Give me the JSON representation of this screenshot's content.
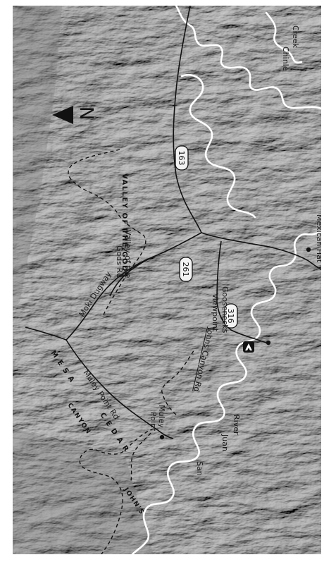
{
  "map": {
    "north": "N",
    "rivers": {
      "chinle": "Chinle",
      "creek": "Creek",
      "san": "San",
      "juan": "Juan",
      "river": "River"
    },
    "places": {
      "valley_gods": "VALLEY OF THE GODS",
      "cedar_mesa_1": "C E D A R",
      "cedar_mesa_2": "M E S A",
      "johns_canyon_1": "JOHN'S",
      "johns_canyon_2": "CANYON",
      "mexican_hat": "Mexican Hat",
      "goosenecks_1": "Goosenecks",
      "goosenecks_2": "Viewpoint",
      "muley_1": "Muley",
      "muley_2": "Point"
    },
    "roads": {
      "valley_rd_1": "Valley of the",
      "valley_rd_2": "Gods Rd",
      "moki": "Moki Dugway",
      "muley_rd": "Muley Point Rd",
      "johns_rd": "Johns Canyon Rd"
    },
    "highways": {
      "us163": "163",
      "ut261": "261",
      "ut316": "316"
    },
    "icons": {
      "campground": "campground-icon",
      "north_arrow": "north-arrow-icon"
    }
  }
}
